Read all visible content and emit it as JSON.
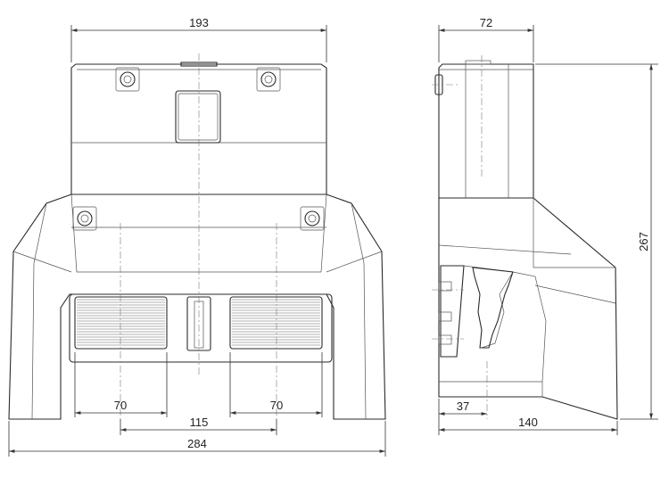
{
  "dimensions": {
    "front_width_top": "193",
    "side_depth_top": "72",
    "side_height": "267",
    "pedal_width_left": "70",
    "pedal_width_right": "70",
    "pedal_spacing": "115",
    "overall_width": "284",
    "side_offset": "37",
    "side_depth_base": "140"
  }
}
